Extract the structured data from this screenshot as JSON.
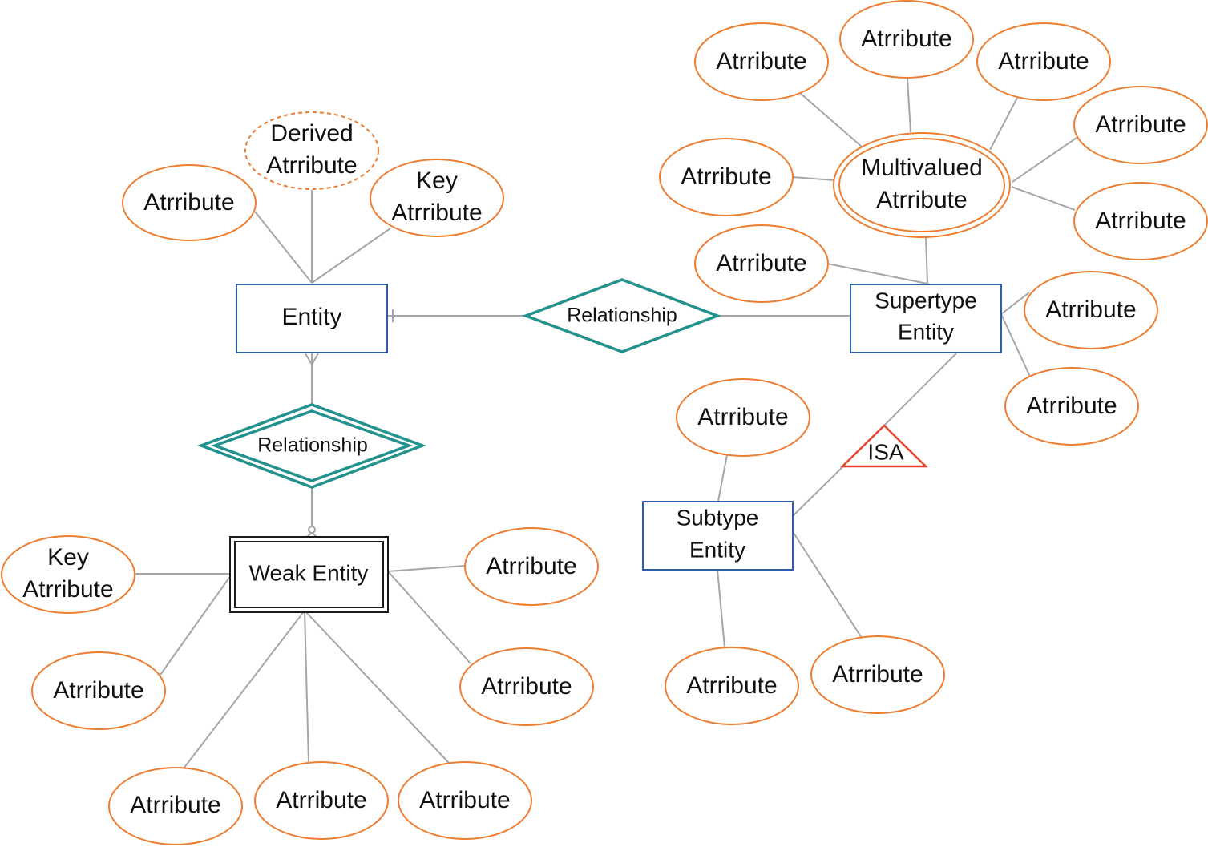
{
  "diagram": {
    "entity": {
      "label": "Entity"
    },
    "weak_entity": {
      "label": "Weak Entity"
    },
    "supertype_entity": {
      "line1": "Supertype",
      "line2": "Entity"
    },
    "subtype_entity": {
      "line1": "Subtype",
      "line2": "Entity"
    },
    "relationship_top": {
      "label": "Relationship"
    },
    "relationship_identifying": {
      "label": "Relationship"
    },
    "isa": {
      "label": "ISA"
    },
    "derived_attribute": {
      "line1": "Derived",
      "line2": "Atrribute"
    },
    "entity_key_attribute": {
      "line1": "Key",
      "line2": "Atrribute"
    },
    "weak_key_attribute": {
      "line1": "Key",
      "line2": "Atrribute"
    },
    "multivalued_attribute": {
      "line1": "Multivalued",
      "line2": "Atrribute"
    },
    "attribute_label": "Atrribute"
  }
}
